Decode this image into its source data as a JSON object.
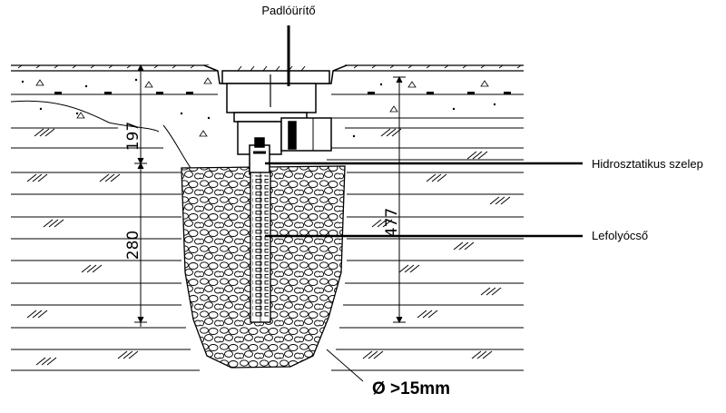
{
  "labels": {
    "drain": "Padlóürítő",
    "valve": "Hidrosztatikus szelep",
    "pipe": "Lefolyócső",
    "gravel": "Ø >15mm"
  },
  "dimensions": {
    "upper": "197",
    "lower": "280",
    "total": "477"
  }
}
